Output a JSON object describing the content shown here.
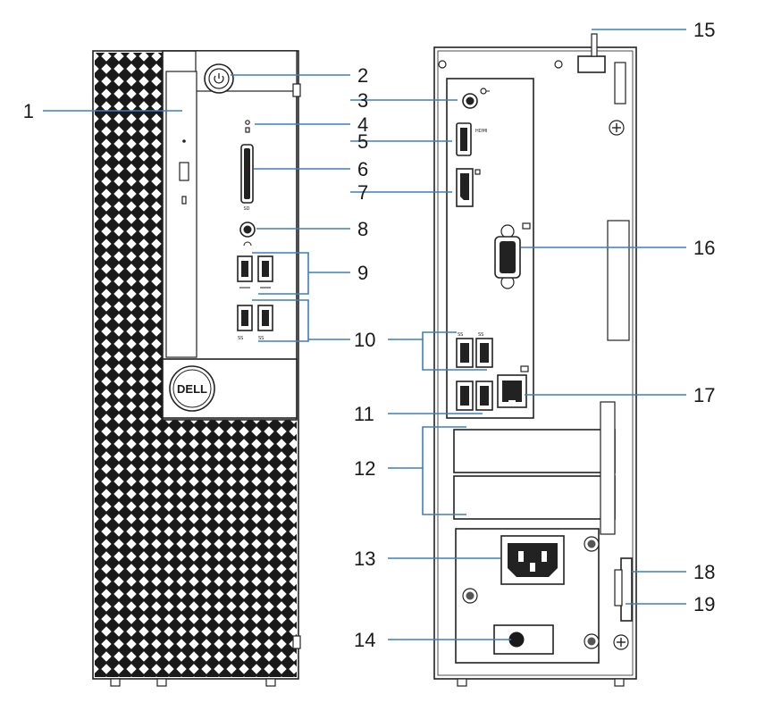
{
  "callouts": [
    {
      "num": "1"
    },
    {
      "num": "2"
    },
    {
      "num": "3"
    },
    {
      "num": "4"
    },
    {
      "num": "5"
    },
    {
      "num": "6"
    },
    {
      "num": "7"
    },
    {
      "num": "8"
    },
    {
      "num": "9"
    },
    {
      "num": "10"
    },
    {
      "num": "11"
    },
    {
      "num": "12"
    },
    {
      "num": "13"
    },
    {
      "num": "14"
    },
    {
      "num": "15"
    },
    {
      "num": "16"
    },
    {
      "num": "17"
    },
    {
      "num": "18"
    },
    {
      "num": "19"
    }
  ],
  "labels": {
    "logo": "DELL",
    "sd": "SD",
    "ss_a": "SS",
    "ss_b": "SS",
    "ss_c": "SS",
    "ss_d": "SS",
    "hdmi": "HDMI"
  },
  "colors": {
    "leader": "#3b7fc1",
    "outline": "#222222",
    "mesh": "#1a1a1a"
  },
  "icons": [
    "power-icon",
    "hdd-activity-icon",
    "usb-icon",
    "usb-ss-icon",
    "headset-icon",
    "audio-out-icon",
    "network-icon",
    "vga-icon",
    "displayport-icon"
  ]
}
